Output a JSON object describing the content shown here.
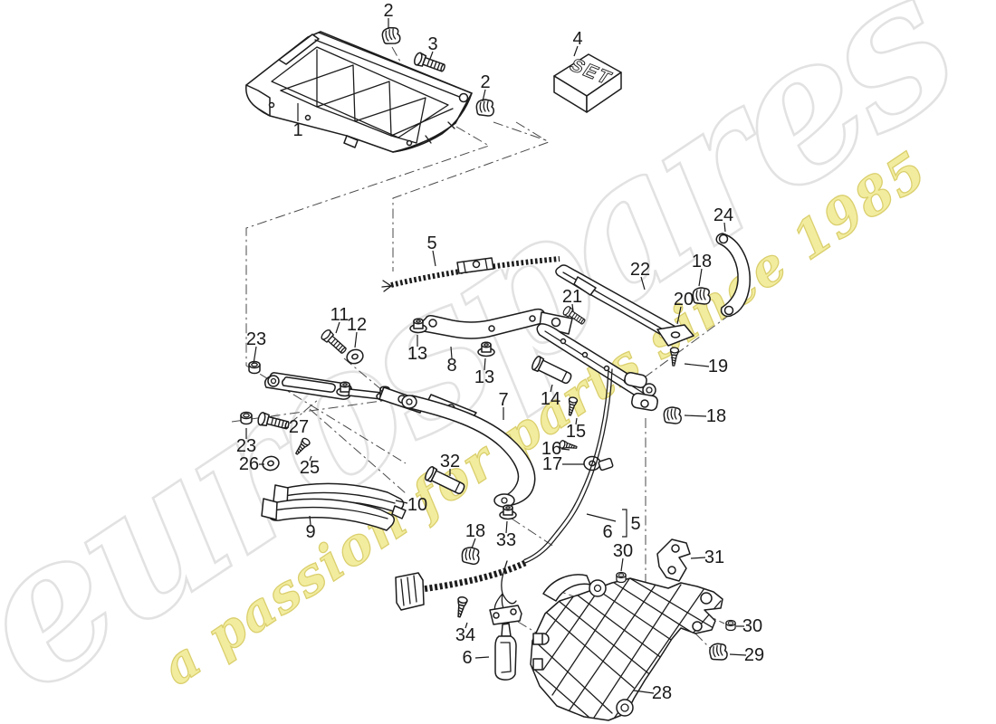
{
  "diagram": {
    "watermark": {
      "brand": "eurospares",
      "tagline": "a passion for parts since 1985"
    },
    "set_box": {
      "label": "SET"
    },
    "callouts": [
      "2",
      "3",
      "2",
      "4",
      "1",
      "5",
      "24",
      "18",
      "22",
      "20",
      "21",
      "11",
      "12",
      "23",
      "13",
      "8",
      "13",
      "14",
      "19",
      "18",
      "7",
      "15",
      "16",
      "17",
      "27",
      "23",
      "26",
      "25",
      "32",
      "10",
      "9",
      "33",
      "18",
      "6",
      "5",
      "30",
      "31",
      "30",
      "29",
      "28",
      "34",
      "6"
    ],
    "colors": {
      "line": "#1c1c1c",
      "label": "#1a1a1a",
      "background": "#ffffff",
      "brand_fill": "#ffffff",
      "brand_outline": "#e2e2e2",
      "tagline_fill": "#f2ec9a",
      "tagline_outline": "#d9cd66"
    }
  }
}
